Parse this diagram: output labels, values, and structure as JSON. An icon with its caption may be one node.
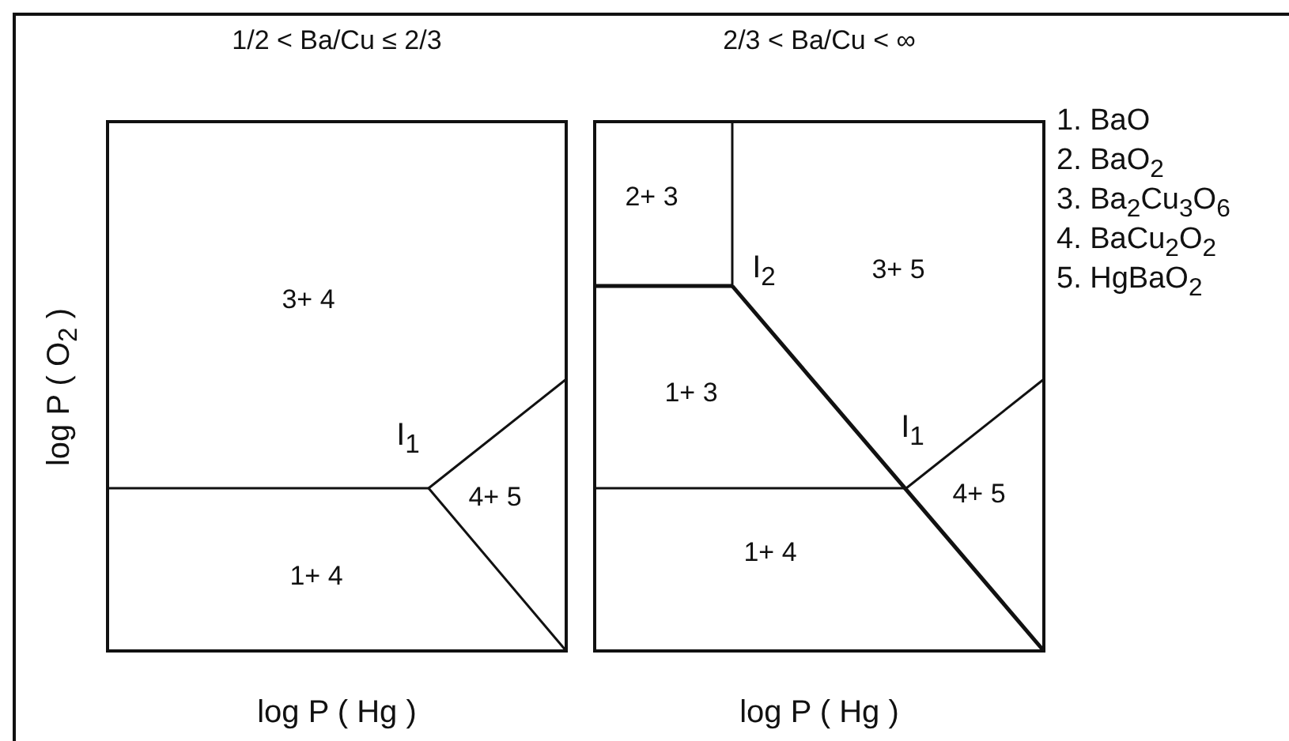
{
  "diagram": {
    "nodes": [
      {
        "text": [
          "1/2 < Ba/Cu ≤ 2/3"
        ],
        "beside": [
          "log P ( Hg )"
        ]
      },
      {
        "text": [
          "2/3 < Ba/Cu < ∞"
        ],
        "beside": [
          "log P ( Hg )"
        ]
      }
    ],
    "edges": [],
    "labels": [
      "log P ( O$_{2}$ )",
      "3+ 4",
      "I$_{1}$",
      "4+ 5",
      "1+ 4",
      "2+ 3",
      "I$_{2}$",
      "3+ 5",
      "1+ 3",
      "I$_{1}$",
      "4+ 5",
      "1+ 4",
      "1. BaO",
      "2. BaO$_{2}$",
      "3. Ba$_{2}$Cu$_{3}$O$_{6}$",
      "4. BaCu$_{2}$O$_{2}$",
      "5. HgBaO$_{2}$"
    ]
  }
}
